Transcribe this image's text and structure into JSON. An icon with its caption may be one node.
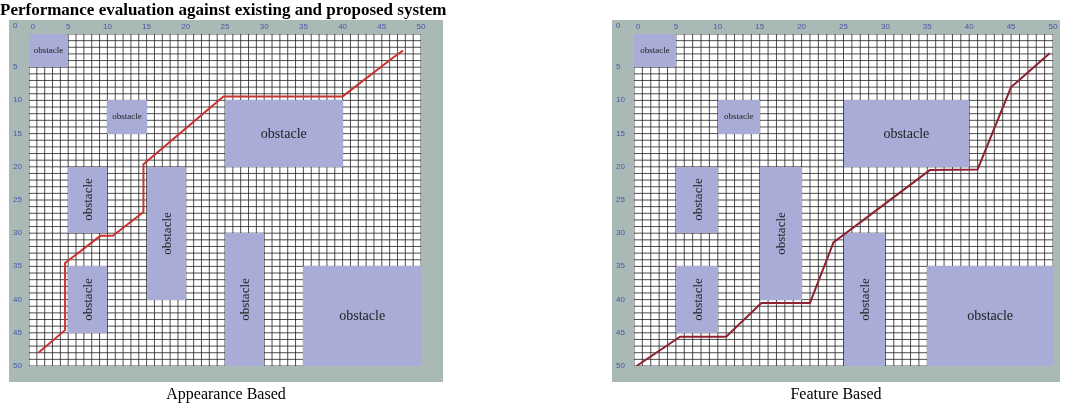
{
  "diagram": {
    "title": "Performance evaluation against existing and proposed system",
    "nodes": [
      {
        "text": [
          "Appearance Based"
        ]
      },
      {
        "text": [
          "obstacle"
        ],
        "in": 0
      },
      {
        "text": [
          "obstacle"
        ],
        "in": 0
      },
      {
        "text": [
          "obstacle"
        ],
        "in": 0
      },
      {
        "text": [
          "obstacle"
        ],
        "in": 0
      },
      {
        "text": [
          "obstacle"
        ],
        "in": 0
      },
      {
        "text": [
          "obstacle"
        ],
        "in": 0
      },
      {
        "text": [
          "obstacle"
        ],
        "in": 0
      },
      {
        "text": [
          "obstacle"
        ],
        "in": 0
      },
      {
        "text": [
          "Feature Based"
        ]
      },
      {
        "text": [
          "obstacle"
        ],
        "in": 9
      },
      {
        "text": [
          "obstacle"
        ],
        "in": 9
      },
      {
        "text": [
          "obstacle"
        ],
        "in": 9
      },
      {
        "text": [
          "obstacle"
        ],
        "in": 9
      },
      {
        "text": [
          "obstacle"
        ],
        "in": 9
      },
      {
        "text": [
          "obstacle"
        ],
        "in": 9
      },
      {
        "text": [
          "obstacle"
        ],
        "in": 9
      },
      {
        "text": [
          "obstacle"
        ],
        "in": 9
      }
    ],
    "labels": [
      "0",
      "0",
      "5",
      "10",
      "15",
      "20",
      "25",
      "30",
      "35",
      "40",
      "45",
      "50",
      "5",
      "10",
      "15",
      "20",
      "25",
      "30",
      "35",
      "40",
      "45",
      "50",
      "0",
      "0",
      "5",
      "10",
      "15",
      "20",
      "25",
      "30",
      "35",
      "40",
      "45",
      "50",
      "5",
      "10",
      "15",
      "20",
      "25",
      "30",
      "35",
      "40",
      "45",
      "50"
    ]
  }
}
